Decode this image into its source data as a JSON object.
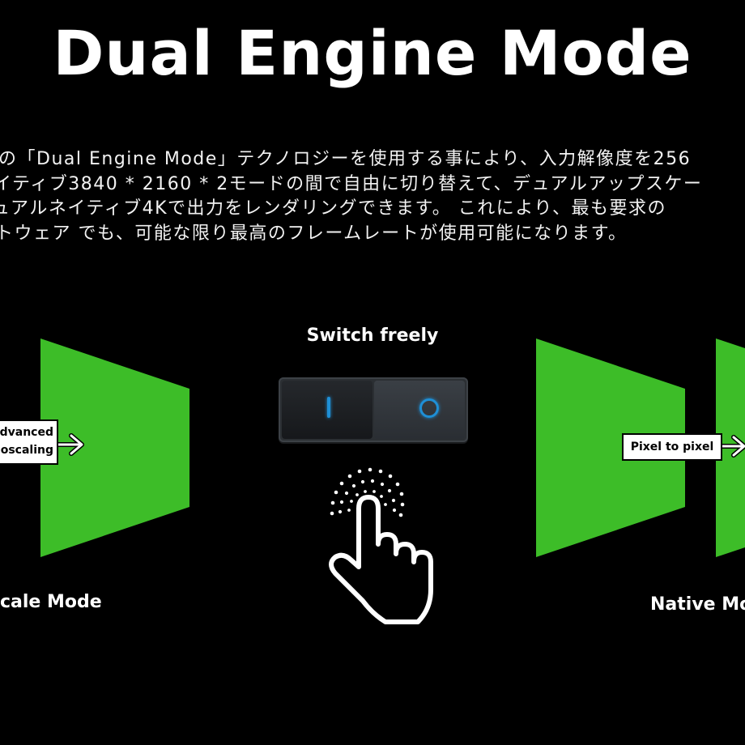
{
  "title": "Dual Engine Mode",
  "description": {
    "line1": "の「Dual Engine Mode」テクノロジーを使用する事により、入力解像度を256",
    "line2": "イティブ3840 * 2160 * 2モードの間で自由に切り替えて、デュアルアップスケー",
    "line3": "ュアルネイティブ4Kで出力をレンダリングできます。 これにより、最も要求の",
    "line4": "トウェア でも、可能な限り最高のフレームレートが使用可能になります。"
  },
  "switch": {
    "title": "Switch freely"
  },
  "left_panel": {
    "box_line1": "dvanced",
    "box_line2": "oscaling",
    "mode_label": "cale Mode"
  },
  "right_panel": {
    "box_label": "Pixel to pixel",
    "mode_label": "Native Mo"
  },
  "colors": {
    "background": "#000000",
    "green": "#3dbd28",
    "switch_led": "#1e8fd6",
    "text": "#ffffff"
  }
}
